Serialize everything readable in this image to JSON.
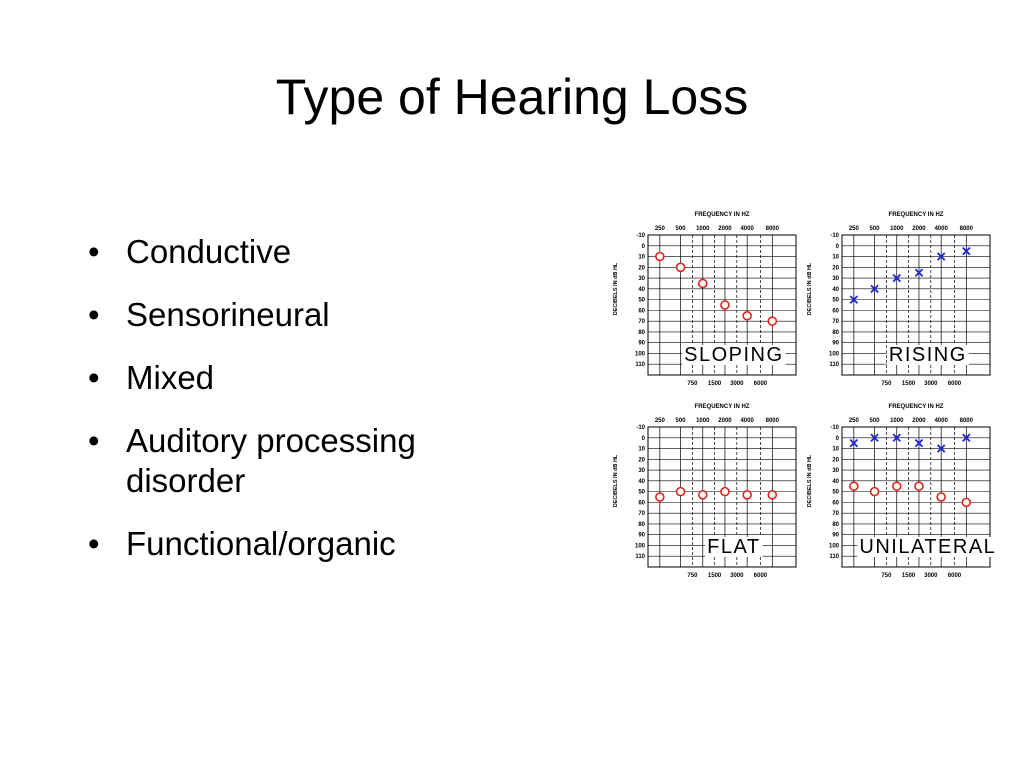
{
  "title": "Type of Hearing Loss",
  "bullets": [
    "Conductive",
    "Sensorineural",
    "Mixed",
    "Auditory processing disorder",
    "Functional/organic"
  ],
  "audiogram": {
    "top_axis_title": "FREQUENCY IN HZ",
    "y_axis_title": "DECIBELS IN dB HL",
    "y_ticks": [
      -10,
      0,
      10,
      20,
      30,
      40,
      50,
      60,
      70,
      80,
      90,
      100,
      110
    ],
    "top_ticks": [
      "250",
      "500",
      "1000",
      "2000",
      "4000",
      "8000"
    ],
    "bottom_ticks": [
      "750",
      "1500",
      "3000",
      "6000"
    ],
    "red_color": "#e0241c",
    "blue_color": "#1f2bd6"
  },
  "chart_data": [
    {
      "type": "scatter",
      "label": "SLOPING",
      "x_frequencies_hz": [
        250,
        500,
        1000,
        2000,
        4000,
        8000
      ],
      "series": [
        {
          "marker": "circle",
          "color": "#e0241c",
          "values": [
            10,
            20,
            35,
            55,
            65,
            70
          ]
        }
      ],
      "ylim": [
        -10,
        120
      ]
    },
    {
      "type": "scatter",
      "label": "RISING",
      "x_frequencies_hz": [
        250,
        500,
        1000,
        2000,
        4000,
        8000
      ],
      "series": [
        {
          "marker": "x",
          "color": "#1f2bd6",
          "values": [
            50,
            40,
            30,
            25,
            10,
            5
          ]
        }
      ],
      "ylim": [
        -10,
        120
      ]
    },
    {
      "type": "scatter",
      "label": "FLAT",
      "x_frequencies_hz": [
        250,
        500,
        1000,
        2000,
        4000,
        8000
      ],
      "series": [
        {
          "marker": "circle",
          "color": "#e0241c",
          "values": [
            55,
            50,
            53,
            50,
            53,
            53
          ]
        }
      ],
      "ylim": [
        -10,
        120
      ]
    },
    {
      "type": "scatter",
      "label": "UNILATERAL",
      "x_frequencies_hz": [
        250,
        500,
        1000,
        2000,
        4000,
        8000
      ],
      "series": [
        {
          "marker": "x",
          "color": "#1f2bd6",
          "values": [
            5,
            0,
            0,
            5,
            10,
            0
          ]
        },
        {
          "marker": "circle",
          "color": "#e0241c",
          "values": [
            45,
            50,
            45,
            45,
            55,
            60
          ]
        }
      ],
      "ylim": [
        -10,
        120
      ]
    }
  ]
}
